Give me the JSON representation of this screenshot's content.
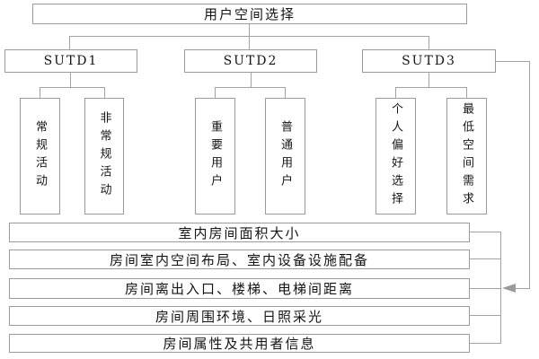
{
  "diagram": {
    "root": {
      "label": "用户空间选择"
    },
    "groups": [
      {
        "label": "SUTD1",
        "children": [
          {
            "label": "常规活动"
          },
          {
            "label": "非常规活动"
          }
        ]
      },
      {
        "label": "SUTD2",
        "children": [
          {
            "label": "重要用户"
          },
          {
            "label": "普通用户"
          }
        ]
      },
      {
        "label": "SUTD3",
        "children": [
          {
            "label": "个人偏好选择"
          },
          {
            "label": "最低空间需求"
          }
        ]
      }
    ],
    "criteria": [
      "室内房间面积大小",
      "房间室内空间布局、室内设备设施配备",
      "房间离出入口、楼梯、电梯间距离",
      "房间周围环境、日照采光",
      "房间属性及共用者信息"
    ],
    "icons": {
      "feedback_arrow": "left-pointing-triangle"
    },
    "colors": {
      "background": "#ffffff",
      "border": "#9b9b9b",
      "line": "#a2a2a2",
      "text": "#141414"
    }
  }
}
